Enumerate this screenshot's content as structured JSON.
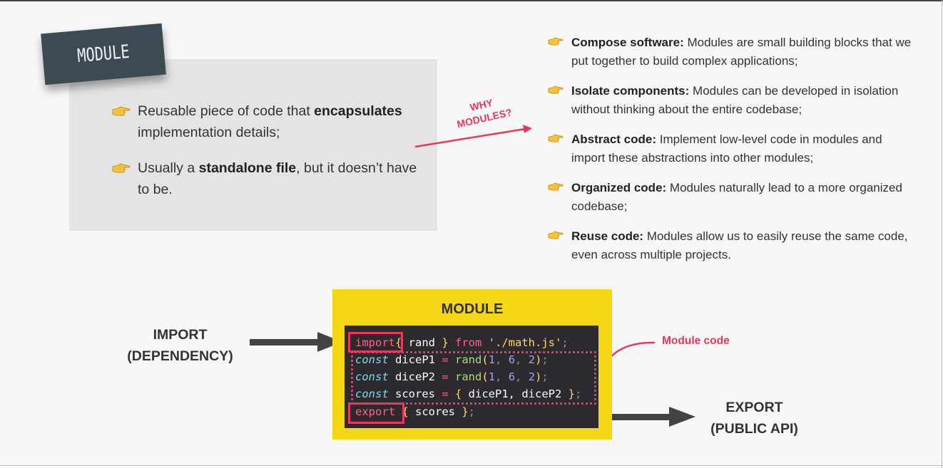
{
  "definition": {
    "tag": "MODULE",
    "items": [
      {
        "before": "Reusable piece of code that ",
        "bold": "encapsulates",
        "after": " implementation details;"
      },
      {
        "before": "Usually a ",
        "bold": "standalone file",
        "after": ", but it doesn’t have to be."
      }
    ]
  },
  "why": {
    "label_line1": "WHY",
    "label_line2": "MODULES?",
    "items": [
      {
        "bold": "Compose software:",
        "text": " Modules are small building blocks that we put together to build complex applications;"
      },
      {
        "bold": "Isolate components:",
        "text": " Modules can be developed in isolation without thinking about the entire codebase;"
      },
      {
        "bold": "Abstract code:",
        "text": " Implement low-level code in modules and import these abstractions into other modules;"
      },
      {
        "bold": "Organized code:",
        "text": " Modules naturally lead to a more organized codebase;"
      },
      {
        "bold": "Reuse code:",
        "text": " Modules allow us to easily reuse the same code, even across multiple projects."
      }
    ]
  },
  "diagram": {
    "module_title": "MODULE",
    "import_label_1": "IMPORT",
    "import_label_2": "(DEPENDENCY)",
    "export_label_1": "EXPORT",
    "export_label_2": "(PUBLIC API)",
    "module_code_label": "Module code",
    "code": {
      "l1": {
        "kw": "import",
        "b1": "{",
        "id": " rand ",
        "b2": "}",
        "from": " from ",
        "str": "'./math.js'",
        "semi": ";"
      },
      "l2": {
        "decl": "const",
        "name": " diceP1 ",
        "eq": "=",
        "fn": " rand",
        "p1": "(",
        "a": "1",
        "c1": ", ",
        "b": "6",
        "c2": ", ",
        "c": "2",
        "p2": ")",
        "semi": ";"
      },
      "l3": {
        "decl": "const",
        "name": " diceP2 ",
        "eq": "=",
        "fn": " rand",
        "p1": "(",
        "a": "1",
        "c1": ", ",
        "b": "6",
        "c2": ", ",
        "c": "2",
        "p2": ")",
        "semi": ";"
      },
      "l4": {
        "decl": "const",
        "name": " scores ",
        "eq": "=",
        "b1": " {",
        "vals": " diceP1, diceP2 ",
        "b2": "}",
        "semi": ";"
      },
      "l5": {
        "kw": "export",
        "b1": " {",
        "id": " scores ",
        "b2": "}",
        "semi": ";"
      }
    }
  },
  "colors": {
    "accent": "#e8385c",
    "module_box": "#f5d715",
    "code_bg": "#2c2a2e",
    "tag_bg": "#3c4a53",
    "card_bg": "#e4e4e4"
  },
  "icons": [
    "pointing-hand-icon",
    "arrow-right-icon"
  ]
}
